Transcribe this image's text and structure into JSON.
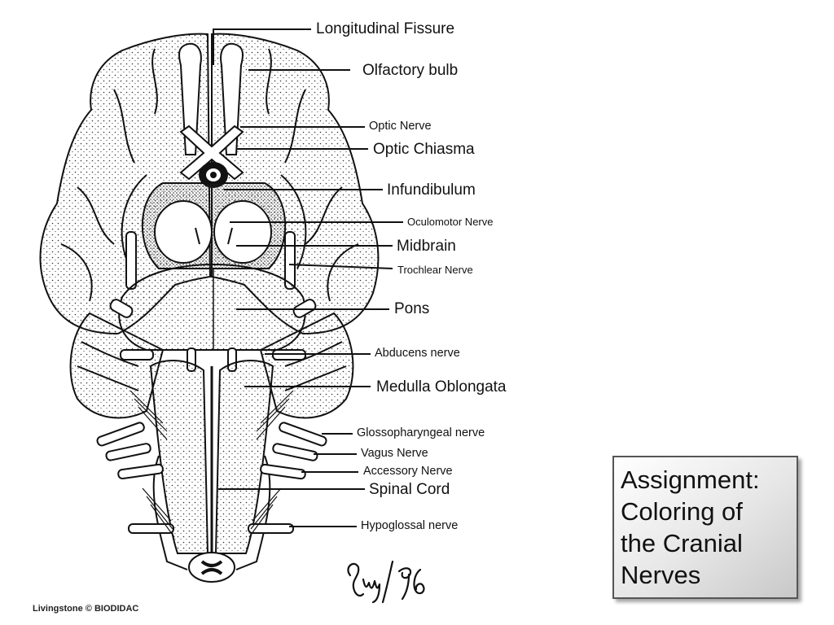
{
  "labels": {
    "longitudinal_fissure": "Longitudinal Fissure",
    "olfactory_bulb": "Olfactory bulb",
    "optic_nerve": "Optic Nerve",
    "optic_chiasma": "Optic Chiasma",
    "infundibulum": "Infundibulum",
    "oculomotor_nerve": "Oculomotor Nerve",
    "midbrain": "Midbrain",
    "trochlear_nerve": "Trochlear Nerve",
    "pons": "Pons",
    "abducens_nerve": "Abducens nerve",
    "medulla_oblongata": "Medulla Oblongata",
    "glossopharyngeal_nerve": "Glossopharyngeal nerve",
    "vagus_nerve": "Vagus Nerve",
    "accessory_nerve": "Accessory Nerve",
    "spinal_cord": "Spinal Cord",
    "hypoglossal_nerve": "Hypoglossal nerve"
  },
  "credit": "Livingstone © BIODIDAC",
  "signature": "9w/96",
  "assignment": {
    "line1": "Assignment:",
    "line2": "Coloring of",
    "line3": "the Cranial",
    "line4": "Nerves"
  }
}
